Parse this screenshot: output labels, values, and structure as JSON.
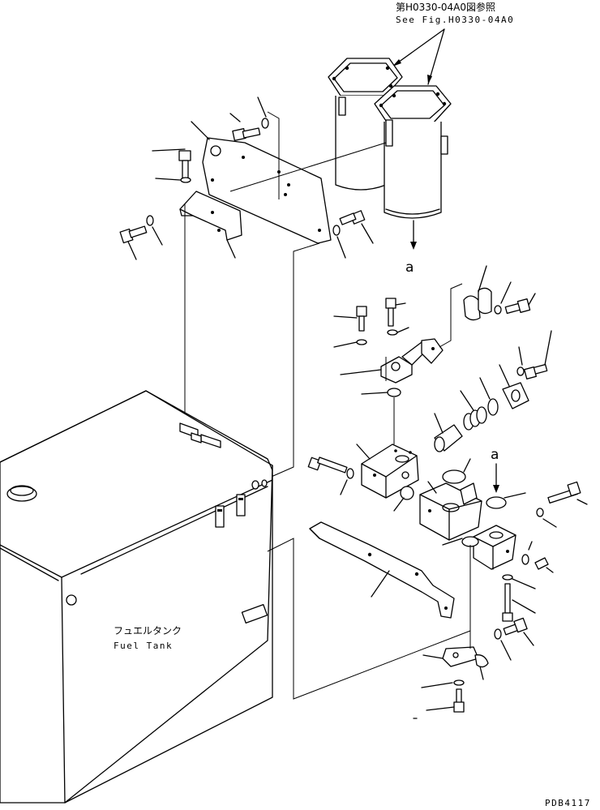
{
  "reference": {
    "jp": "第H0330-04A0図参照",
    "en": "See Fig.H0330-04A0"
  },
  "fuel_tank": {
    "jp": "フュエルタンク",
    "en": "Fuel Tank"
  },
  "callouts": {
    "a_top": "a",
    "a_right": "a"
  },
  "drawing_code": "PDB4117"
}
